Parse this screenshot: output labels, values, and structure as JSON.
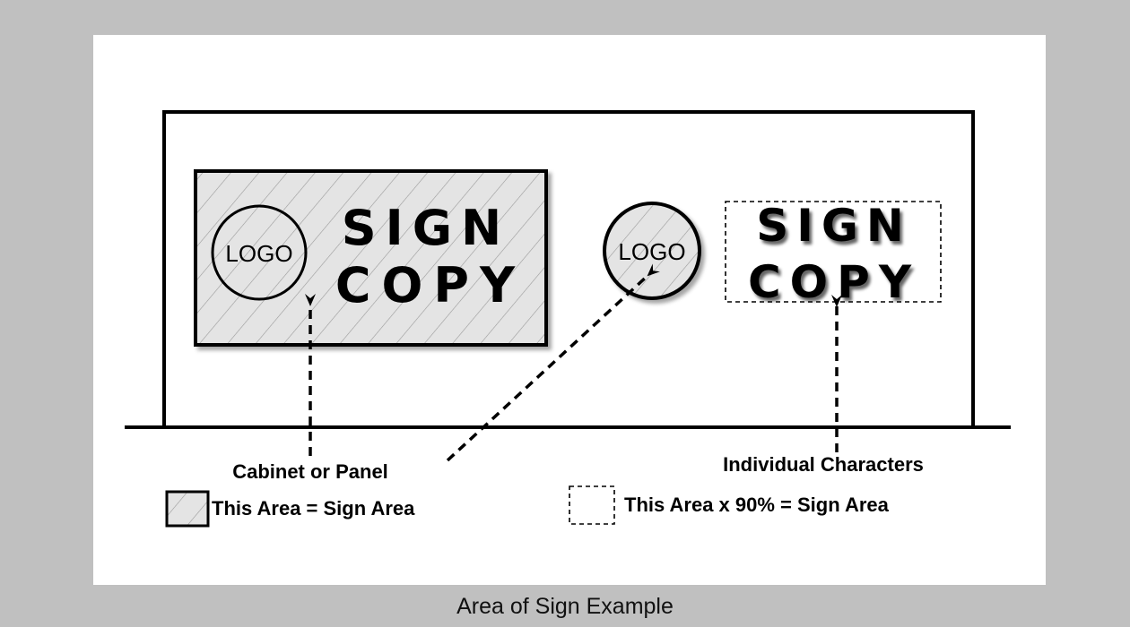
{
  "caption": "Area of Sign Example",
  "diagram": {
    "cabinet_sign": {
      "logo": "LOGO",
      "line1": "SIGN",
      "line2": "COPY"
    },
    "channel_sign": {
      "logo": "LOGO",
      "line1": "SIGN",
      "line2": "COPY"
    },
    "labels": {
      "cabinet_title": "Cabinet or Panel",
      "cabinet_rule": "This Area = Sign Area",
      "individual_title": "Individual Characters",
      "individual_rule": "This Area x 90% = Sign Area"
    }
  }
}
